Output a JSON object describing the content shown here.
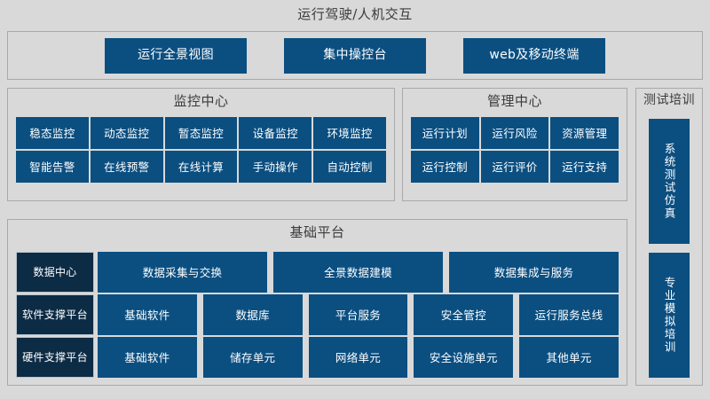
{
  "header": {
    "title": "运行驾驶/人机交互"
  },
  "top_layer": {
    "items": [
      {
        "label": "运行全景视图"
      },
      {
        "label": "集中操控台"
      },
      {
        "label": "web及移动终端"
      }
    ]
  },
  "monitor_center": {
    "title": "监控中心",
    "rows": [
      [
        "稳态监控",
        "动态监控",
        "暂态监控",
        "设备监控",
        "环境监控"
      ],
      [
        "智能告警",
        "在线预警",
        "在线计算",
        "手动操作",
        "自动控制"
      ]
    ]
  },
  "manage_center": {
    "title": "管理中心",
    "rows": [
      [
        "运行计划",
        "运行风险",
        "资源管理"
      ],
      [
        "运行控制",
        "运行评价",
        "运行支持"
      ]
    ]
  },
  "base_platform": {
    "title": "基础平台",
    "rows": [
      {
        "label": "数据中心",
        "items": [
          "数据采集与交换",
          "全景数据建模",
          "数据集成与服务"
        ]
      },
      {
        "label": "软件支撑平台",
        "items": [
          "基础软件",
          "数据库",
          "平台服务",
          "安全管控",
          "运行服务总线"
        ]
      },
      {
        "label": "硬件支撑平台",
        "items": [
          "基础软件",
          "储存单元",
          "网络单元",
          "安全设施单元",
          "其他单元"
        ]
      }
    ]
  },
  "side_panel": {
    "title": "测试培训",
    "items": [
      "系统测试仿真",
      "专业模拟培训"
    ]
  },
  "colors": {
    "background": "#d9d9d9",
    "panel_border": "#a9a9a9",
    "box_blue": "#0b4f81",
    "box_dark_navy": "#0c2b45",
    "title_text": "#3b3b3b",
    "box_text": "#ffffff"
  }
}
